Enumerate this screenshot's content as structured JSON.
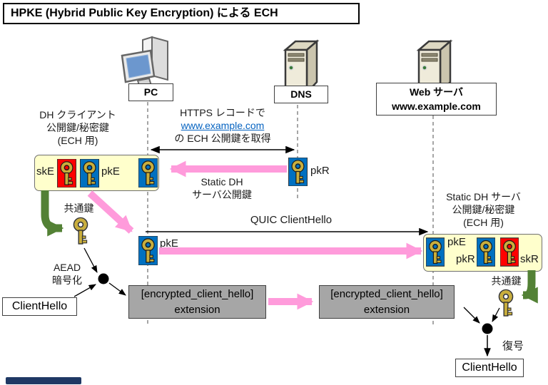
{
  "title": "HPKE (Hybrid Public Key Encryption) による ECH",
  "nodes": {
    "pc": "PC",
    "dns": "DNS",
    "web_line1": "Web サーバ",
    "web_line2": "www.example.com"
  },
  "client_key_caption": {
    "line1": "DH クライアント",
    "line2": "公開鍵/秘密鍵",
    "line3": "(ECH 用)"
  },
  "client_keys": {
    "skE": "skE",
    "pkE": "pkE"
  },
  "https_fetch": {
    "line1": "HTTPS レコードで",
    "link": "www.example.com",
    "line2": "の ECH 公開鍵を取得"
  },
  "dns_key": {
    "pkR": "pkR"
  },
  "static_dh_note": {
    "line1": "Static DH",
    "line2": "サーバ公開鍵"
  },
  "shared_key_left": "共通鍵",
  "aead": {
    "line1": "AEAD",
    "line2": "暗号化"
  },
  "clienthello_input": "ClientHello",
  "mid_key": {
    "pkE": "pkE"
  },
  "quic_label": "QUIC ClientHello",
  "server_key_caption": {
    "line1": "Static DH サーバ",
    "line2": "公開鍵/秘密鍵",
    "line3": "(ECH 用)"
  },
  "server_keys": {
    "pkE": "pkE",
    "pkR": "pkR",
    "skR": "skR"
  },
  "shared_key_right": "共通鍵",
  "ech_extension": {
    "line1": "[encrypted_client_hello]",
    "line2": "extension"
  },
  "decrypt_label": "復号",
  "clienthello_output": "ClientHello",
  "colors": {
    "pink_arrow": "#FF9BDB",
    "green_arrow": "#538135",
    "yellow_box": "#FFFFCC",
    "gray_box": "#A6A6A6",
    "public_key_bg": "#0070C0",
    "secret_key_bg": "#FF0000",
    "key_gold": "#C9AE3C",
    "link": "#0563C1"
  }
}
